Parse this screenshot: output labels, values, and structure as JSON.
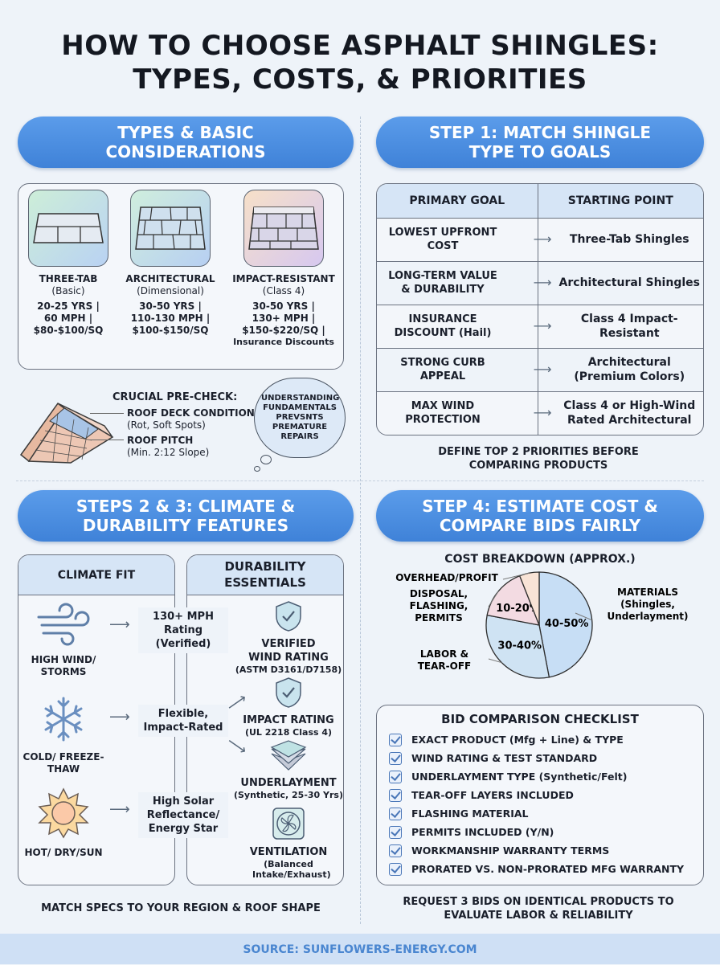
{
  "title": {
    "line1": "HOW TO CHOOSE ASPHALT SHINGLES:",
    "line2": "TYPES, COSTS, & PRIORITIES"
  },
  "types": {
    "header": "TYPES & BASIC CONSIDERATIONS",
    "items": [
      {
        "name": "THREE-TAB",
        "sub": "(Basic)",
        "specs": [
          "20-25 YRS |",
          "60 MPH |",
          "$80-$100/SQ"
        ]
      },
      {
        "name": "ARCHITECTURAL",
        "sub": "(Dimensional)",
        "specs": [
          "30-50 YRS |",
          "110-130 MPH |",
          "$100-$150/SQ"
        ]
      },
      {
        "name": "IMPACT-RESISTANT",
        "sub": "(Class 4)",
        "specs": [
          "30-50 YRS |",
          "130+ MPH |",
          "$150-$220/SQ |",
          "Insurance Discounts"
        ]
      }
    ],
    "precheck": {
      "title": "CRUCIAL PRE-CHECK:",
      "items": [
        {
          "label": "ROOF DECK CONDITION",
          "sub": "(Rot, Soft Spots)"
        },
        {
          "label": "ROOF PITCH",
          "sub": "(Min. 2:12 Slope)"
        }
      ]
    },
    "thought": "UNDERSTANDING FUNDAMENTALS PREVSNTS PREMATURE REPAIRS"
  },
  "step1": {
    "header": "STEP 1: MATCH SHINGLE TYPE TO GOALS",
    "col1": "PRIMARY GOAL",
    "col2": "STARTING POINT",
    "rows": [
      {
        "goal": "LOWEST UPFRONT COST",
        "start": "Three-Tab Shingles"
      },
      {
        "goal": "LONG-TERM VALUE & DURABILITY",
        "start": "Architectural Shingles"
      },
      {
        "goal": "INSURANCE DISCOUNT (Hail)",
        "start": "Class 4 Impact-Resistant"
      },
      {
        "goal": "STRONG CURB APPEAL",
        "start": "Architectural (Premium Colors)"
      },
      {
        "goal": "MAX WIND PROTECTION",
        "start": "Class 4 or High-Wind Rated Architectural"
      }
    ],
    "note": "DEFINE TOP 2 PRIORITIES BEFORE COMPARING PRODUCTS"
  },
  "step23": {
    "header": "STEPS 2 & 3: CLIMATE & DURABILITY FEATURES",
    "climate_title": "CLIMATE FIT",
    "durability_title": "DURABILITY ESSENTIALS",
    "climates": [
      {
        "icon": "wind-icon",
        "label": "HIGH WIND/ STORMS",
        "result": "130+ MPH Rating (Verified)"
      },
      {
        "icon": "snowflake-icon",
        "label": "COLD/ FREEZE-THAW",
        "result": "Flexible, Impact-Rated"
      },
      {
        "icon": "sun-icon",
        "label": "HOT/ DRY/SUN",
        "result": "High Solar Reflectance/ Energy Star"
      }
    ],
    "durability": [
      {
        "icon": "shield-check-icon",
        "label": "VERIFIED WIND RATING",
        "sub": "(ASTM D3161/D7158)"
      },
      {
        "icon": "shield-check-icon",
        "label": "IMPACT RATING",
        "sub": "(UL 2218 Class 4)"
      },
      {
        "icon": "layers-icon",
        "label": "UNDERLAYMENT",
        "sub": "(Synthetic, 25-30 Yrs)"
      },
      {
        "icon": "fan-icon",
        "label": "VENTILATION",
        "sub": "(Balanced Intake/Exhaust)"
      }
    ],
    "note": "MATCH SPECS TO YOUR REGION & ROOF SHAPE"
  },
  "step4": {
    "header": "STEP 4: ESTIMATE COST & COMPARE BIDS FAIRLY",
    "checklist_title": "BID COMPARISON CHECKLIST",
    "checklist": [
      "EXACT PRODUCT (Mfg + Line) & TYPE",
      "WIND RATING & TEST STANDARD",
      "UNDERLAYMENT TYPE (Synthetic/Felt)",
      "TEAR-OFF LAYERS INCLUDED",
      "FLASHING MATERIAL",
      "PERMITS INCLUDED (Y/N)",
      "WORKMANSHIP WARRANTY TERMS",
      "PRORATED VS. NON-PRORATED MFG WARRANTY"
    ],
    "note": "REQUEST 3 BIDS ON IDENTICAL PRODUCTS TO EVALUATE LABOR & RELIABILITY"
  },
  "chart_data": {
    "type": "pie",
    "title": "COST BREAKDOWN (APPROX.)",
    "slices": [
      {
        "name": "MATERIALS (Shingles, Underlayment)",
        "label": "40-50%",
        "value": 47,
        "color": "#c7def5"
      },
      {
        "name": "LABOR & TEAR-OFF",
        "label": "30-40%",
        "value": 31,
        "color": "#cfe3f3"
      },
      {
        "name": "DISPOSAL, FLASHING, PERMITS",
        "label": "10-20%",
        "value": 16,
        "color": "#f3dbe2"
      },
      {
        "name": "OVERHEAD/PROFIT",
        "label": "",
        "value": 6,
        "color": "#f8e3d6"
      }
    ]
  },
  "footer": "SOURCE: SUNFLOWERS-ENERGY.COM",
  "colors": {
    "accent": "#4a8ce0",
    "background": "#eef3f9",
    "footer_bg": "#cfe0f5"
  }
}
